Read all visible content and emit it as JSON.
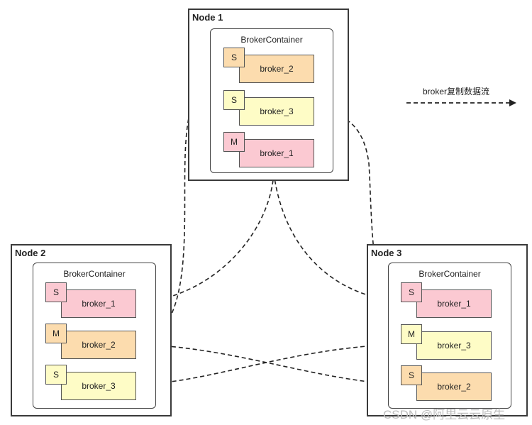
{
  "nodes": [
    {
      "title": "Node 1",
      "container_title": "BrokerContainer",
      "brokers": [
        {
          "role": "S",
          "label": "broker_2",
          "color": "#fcdcae"
        },
        {
          "role": "S",
          "label": "broker_3",
          "color": "#fefcc6"
        },
        {
          "role": "M",
          "label": "broker_1",
          "color": "#fbc9d2"
        }
      ]
    },
    {
      "title": "Node 2",
      "container_title": "BrokerContainer",
      "brokers": [
        {
          "role": "S",
          "label": "broker_1",
          "color": "#fbc9d2"
        },
        {
          "role": "M",
          "label": "broker_2",
          "color": "#fcdcae"
        },
        {
          "role": "S",
          "label": "broker_3",
          "color": "#fefcc6"
        }
      ]
    },
    {
      "title": "Node 3",
      "container_title": "BrokerContainer",
      "brokers": [
        {
          "role": "S",
          "label": "broker_1",
          "color": "#fbc9d2"
        },
        {
          "role": "M",
          "label": "broker_3",
          "color": "#fefcc6"
        },
        {
          "role": "S",
          "label": "broker_2",
          "color": "#fcdcae"
        }
      ]
    }
  ],
  "legend": {
    "label": "broker复制数据流"
  },
  "watermark": "CSDN @阿里云云原生",
  "colors": {
    "line": "#222222",
    "border": "#3a3a3a"
  }
}
